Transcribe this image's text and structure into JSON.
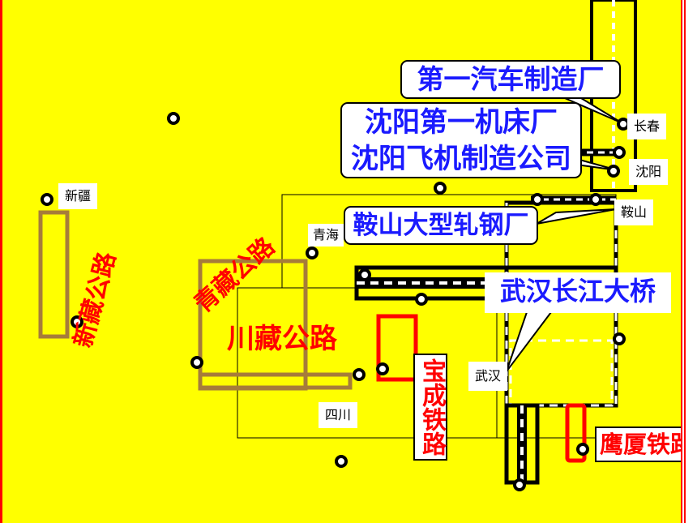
{
  "colors": {
    "background": "#ffff00",
    "highway": "#a67c3a",
    "railway_dark": "#000000",
    "railway_light": "#ffffff",
    "accent_red": "#ff0000",
    "callout_text": "#1a1aff"
  },
  "places": {
    "changchun": "长春",
    "shenyang": "沈阳",
    "anshan": "鞍山",
    "qinghai": "青海",
    "xinjiang": "新疆",
    "sichuan": "四川",
    "wuhan": "武汉"
  },
  "callouts": {
    "faw": "第一汽车制造厂",
    "shenyang_machine_tool": "沈阳第一机床厂",
    "shenyang_aircraft": "沈阳飞机制造公司",
    "anshan_steel": "鞍山大型轧钢厂",
    "wuhan_bridge": "武汉长江大桥"
  },
  "roads": {
    "xinzang": "新藏公路",
    "qingzang": "青藏公路",
    "chuanzang": "川藏公路"
  },
  "railways": {
    "baocheng": "宝成铁路",
    "yingxia": "鹰厦铁路"
  }
}
